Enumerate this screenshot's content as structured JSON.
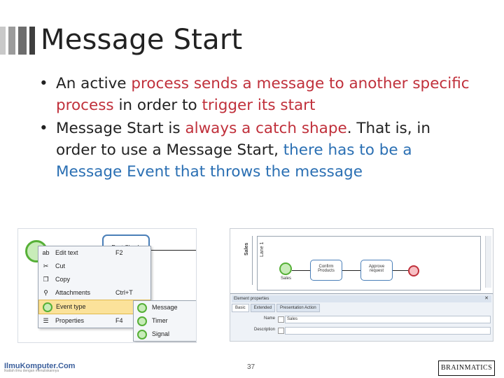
{
  "slide": {
    "title": "Message Start",
    "accent_colors": {
      "red": "#c0303b",
      "blue": "#2a6fb3"
    },
    "bullets": [
      {
        "segments": [
          {
            "text": "An active ",
            "color": "default"
          },
          {
            "text": "process sends a message to another specific process",
            "color": "red"
          },
          {
            "text": " in order to ",
            "color": "default"
          },
          {
            "text": "trigger its start",
            "color": "red"
          }
        ]
      },
      {
        "segments": [
          {
            "text": "Message Start is ",
            "color": "default"
          },
          {
            "text": "always a catch shape",
            "color": "red"
          },
          {
            "text": ". That is, in order to use a Message Start, ",
            "color": "default"
          },
          {
            "text": "there has to be a Message Event that throws the message",
            "color": "blue"
          }
        ]
      }
    ],
    "page_number": "37"
  },
  "left_screenshot": {
    "task_label": "Rest Check",
    "context_menu": [
      {
        "icon": "edit-text-icon",
        "label": "Edit text",
        "shortcut": "F2"
      },
      {
        "icon": "cut-icon",
        "label": "Cut",
        "shortcut": ""
      },
      {
        "icon": "copy-icon",
        "label": "Copy",
        "shortcut": ""
      },
      {
        "icon": "attachment-icon",
        "label": "Attachments",
        "shortcut": "Ctrl+T"
      },
      {
        "icon": "event-type-icon",
        "label": "Event type",
        "shortcut": ""
      },
      {
        "icon": "properties-icon",
        "label": "Properties",
        "shortcut": "F4"
      }
    ],
    "submenu": [
      {
        "icon": "message-event-icon",
        "label": "Message"
      },
      {
        "icon": "timer-event-icon",
        "label": "Timer"
      },
      {
        "icon": "signal-event-icon",
        "label": "Signal"
      }
    ]
  },
  "right_screenshot": {
    "pool_label": "Sales",
    "lane_label": "Lane 1",
    "start_label": "Sales",
    "task1_label": "Confirm Products",
    "task2_label": "Approve request",
    "properties_title": "Element properties",
    "properties_tabs": [
      "Basic",
      "Extended",
      "Presentation Action"
    ],
    "fields": [
      {
        "label": "Name",
        "value": "Sales"
      },
      {
        "label": "Description",
        "value": ""
      }
    ]
  },
  "footer": {
    "left_logo": "IlmuKomputer.Com",
    "left_logo_tagline": "Ikatlah ilmu dengan menuliskannya",
    "right_logo": "BRAINMATICS"
  }
}
